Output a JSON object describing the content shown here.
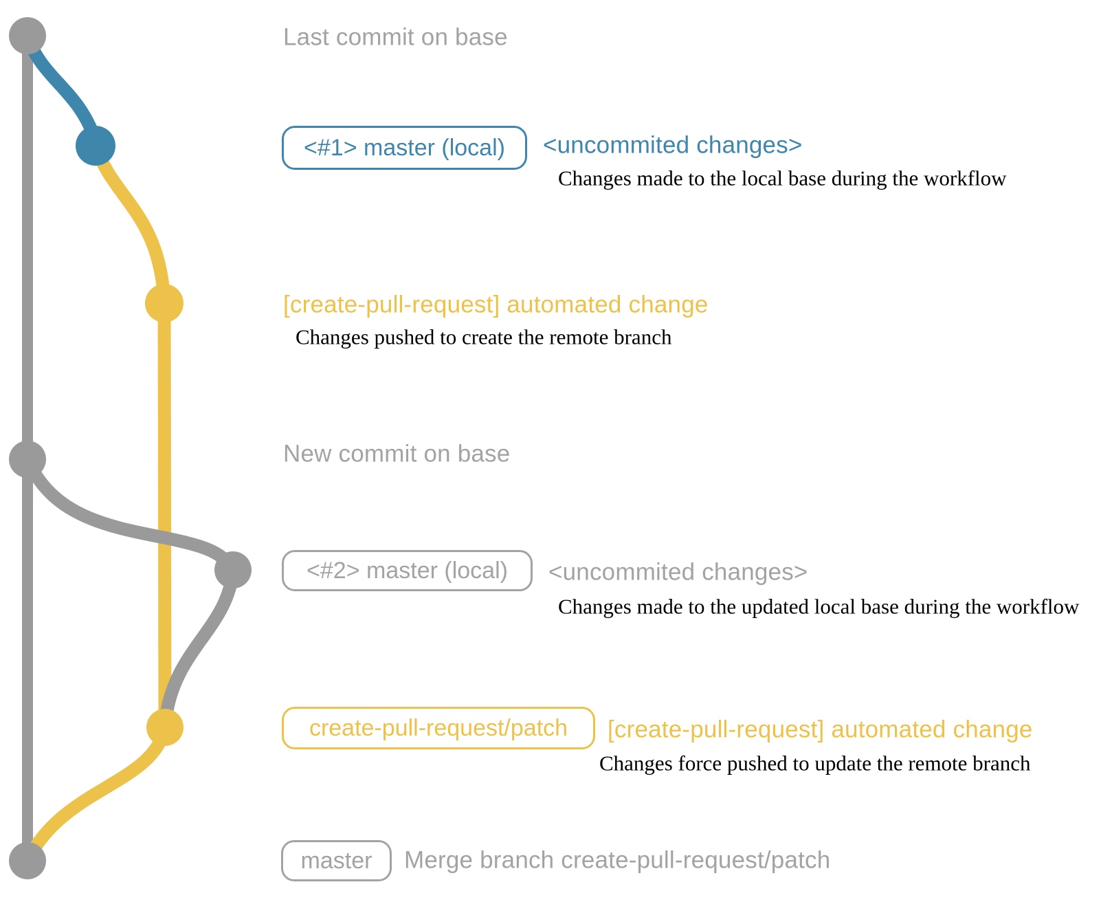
{
  "colors": {
    "gray": "#9a9a9a",
    "gray_text": "#a3a3a3",
    "blue": "#3e86ab",
    "yellow": "#ecc24a",
    "note": "#000000"
  },
  "rows": [
    {
      "id": "last-commit-base",
      "message": "Last commit on base"
    },
    {
      "id": "workflow-commit-1",
      "branch_label": "<#1> master (local)",
      "message": "<uncommited changes>",
      "note": "Changes made to the local base during the workflow"
    },
    {
      "id": "patch-commit-1",
      "message": "[create-pull-request] automated change",
      "note": "Changes pushed to create the remote branch"
    },
    {
      "id": "new-commit-base",
      "message": "New commit on base"
    },
    {
      "id": "workflow-commit-2",
      "branch_label": "<#2> master (local)",
      "message": "<uncommited changes>",
      "note": "Changes made to the updated local base during the workflow"
    },
    {
      "id": "patch-commit-2",
      "branch_label": "create-pull-request/patch",
      "message": "[create-pull-request] automated change",
      "note": "Changes force pushed to update the remote branch"
    },
    {
      "id": "merge-commit",
      "branch_label": "master",
      "message": "Merge branch create-pull-request/patch"
    }
  ]
}
